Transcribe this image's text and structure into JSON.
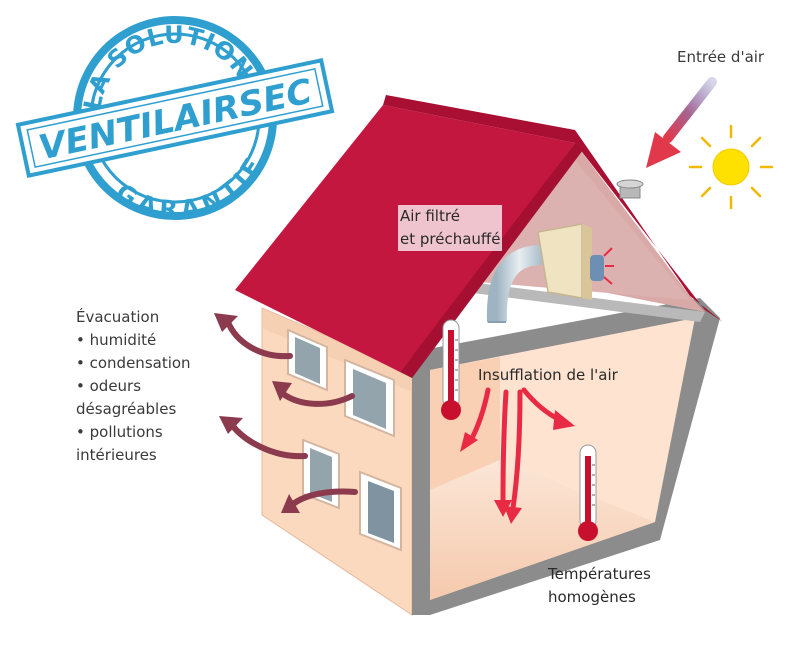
{
  "stamp": {
    "top_text": "LA SOLUTION",
    "brand_text": "VENTILAIRSEC",
    "bottom_text": "GARANTIE",
    "color": "#2f9fd0"
  },
  "labels": {
    "air_entry": "Entrée d'air",
    "filtered_line1": "Air filtré",
    "filtered_line2": "et préchauffé",
    "insufflation": "Insufflation de l'air",
    "temperatures_line1": "Températures",
    "temperatures_line2": "homogènes"
  },
  "evacuation": {
    "title": "Évacuation",
    "items": [
      "humidité",
      "condensation",
      "odeurs désagréables",
      "pollutions intérieures"
    ]
  },
  "icons": [
    "sun-icon",
    "air-inlet-arrow-icon",
    "thermometer-icon",
    "exhaust-arrow-icon",
    "insufflation-arrow-icon"
  ],
  "colors": {
    "roof": "#c4173f",
    "wall": "#fbd9bf",
    "frame": "#8c8c8c",
    "attic": "#d9a9a8",
    "sun": "#ffe100",
    "sun_rays": "#f1b800",
    "insufflation": "#e82a45",
    "exhaust": "#8c3a4d",
    "thermometer": "#c8102e",
    "window": "#93a4ad"
  }
}
